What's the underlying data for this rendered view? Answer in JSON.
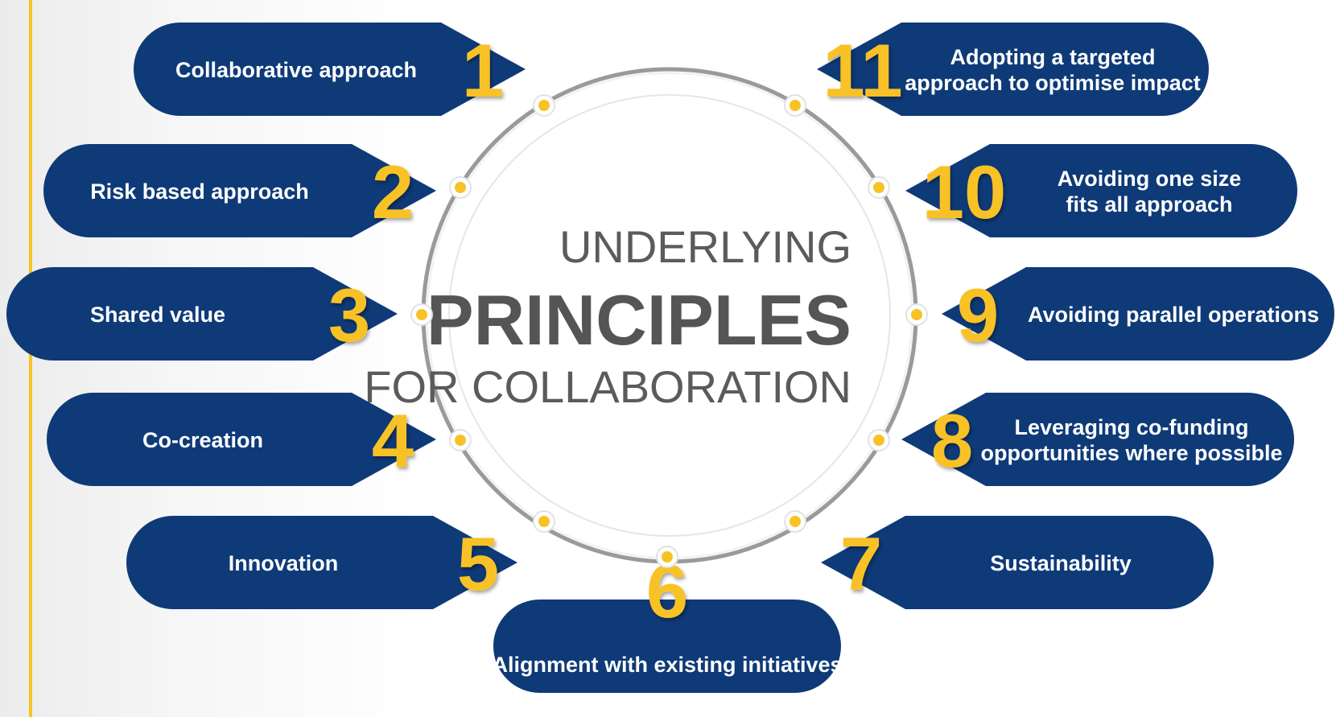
{
  "title": {
    "line1": "UNDERLYING",
    "line2": "PRINCIPLES",
    "line3": "FOR COLLABORATION"
  },
  "colors": {
    "pill": "#0e3a78",
    "number": "#f8c226",
    "ring": "#9a9a9a",
    "dot": "#f8c226",
    "accent_rule": "#f7c325",
    "title": "#555555"
  },
  "principles": [
    {
      "number": "1",
      "lines": [
        "Collaborative approach"
      ]
    },
    {
      "number": "2",
      "lines": [
        "Risk based approach"
      ]
    },
    {
      "number": "3",
      "lines": [
        "Shared value"
      ]
    },
    {
      "number": "4",
      "lines": [
        "Co-creation"
      ]
    },
    {
      "number": "5",
      "lines": [
        "Innovation"
      ]
    },
    {
      "number": "6",
      "lines": [
        "Alignment with existing initiatives"
      ]
    },
    {
      "number": "7",
      "lines": [
        "Sustainability"
      ]
    },
    {
      "number": "8",
      "lines": [
        "Leveraging co-funding",
        "opportunities where possible"
      ]
    },
    {
      "number": "9",
      "lines": [
        "Avoiding parallel operations"
      ]
    },
    {
      "number": "10",
      "lines": [
        "Avoiding one size",
        "fits all approach"
      ]
    },
    {
      "number": "11",
      "lines": [
        "Adopting a targeted",
        "approach to optimise impact"
      ]
    }
  ]
}
